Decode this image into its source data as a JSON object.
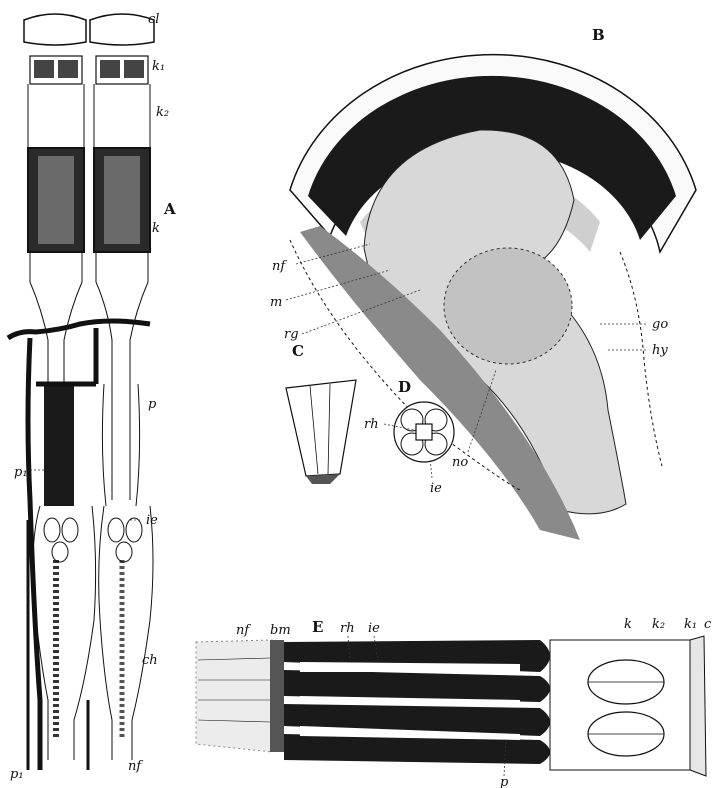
{
  "panels": {
    "A": "A",
    "B": "B",
    "C": "C",
    "D": "D",
    "E": "E"
  },
  "labels": {
    "A": {
      "cl": "cl",
      "k1": "k₁",
      "k2": "k₂",
      "k": "k",
      "p": "p",
      "p1": "p₁",
      "ie": "ie",
      "ch": "ch",
      "p1_bottom": "p₁",
      "nf": "nf"
    },
    "B": {
      "nf": "nf",
      "m": "m",
      "rg": "rg",
      "go": "go",
      "hy": "hy",
      "no": "no"
    },
    "D": {
      "rh": "rh",
      "ie": "ie"
    },
    "E": {
      "nf": "nf",
      "bm": "bm",
      "rh": "rh",
      "ie": "ie",
      "k": "k",
      "k2": "k₂",
      "k1": "k₁",
      "c": "c",
      "p": "p"
    }
  },
  "colors": {
    "ink": "#111111",
    "paper": "#ffffff",
    "stipple": "#555555"
  }
}
